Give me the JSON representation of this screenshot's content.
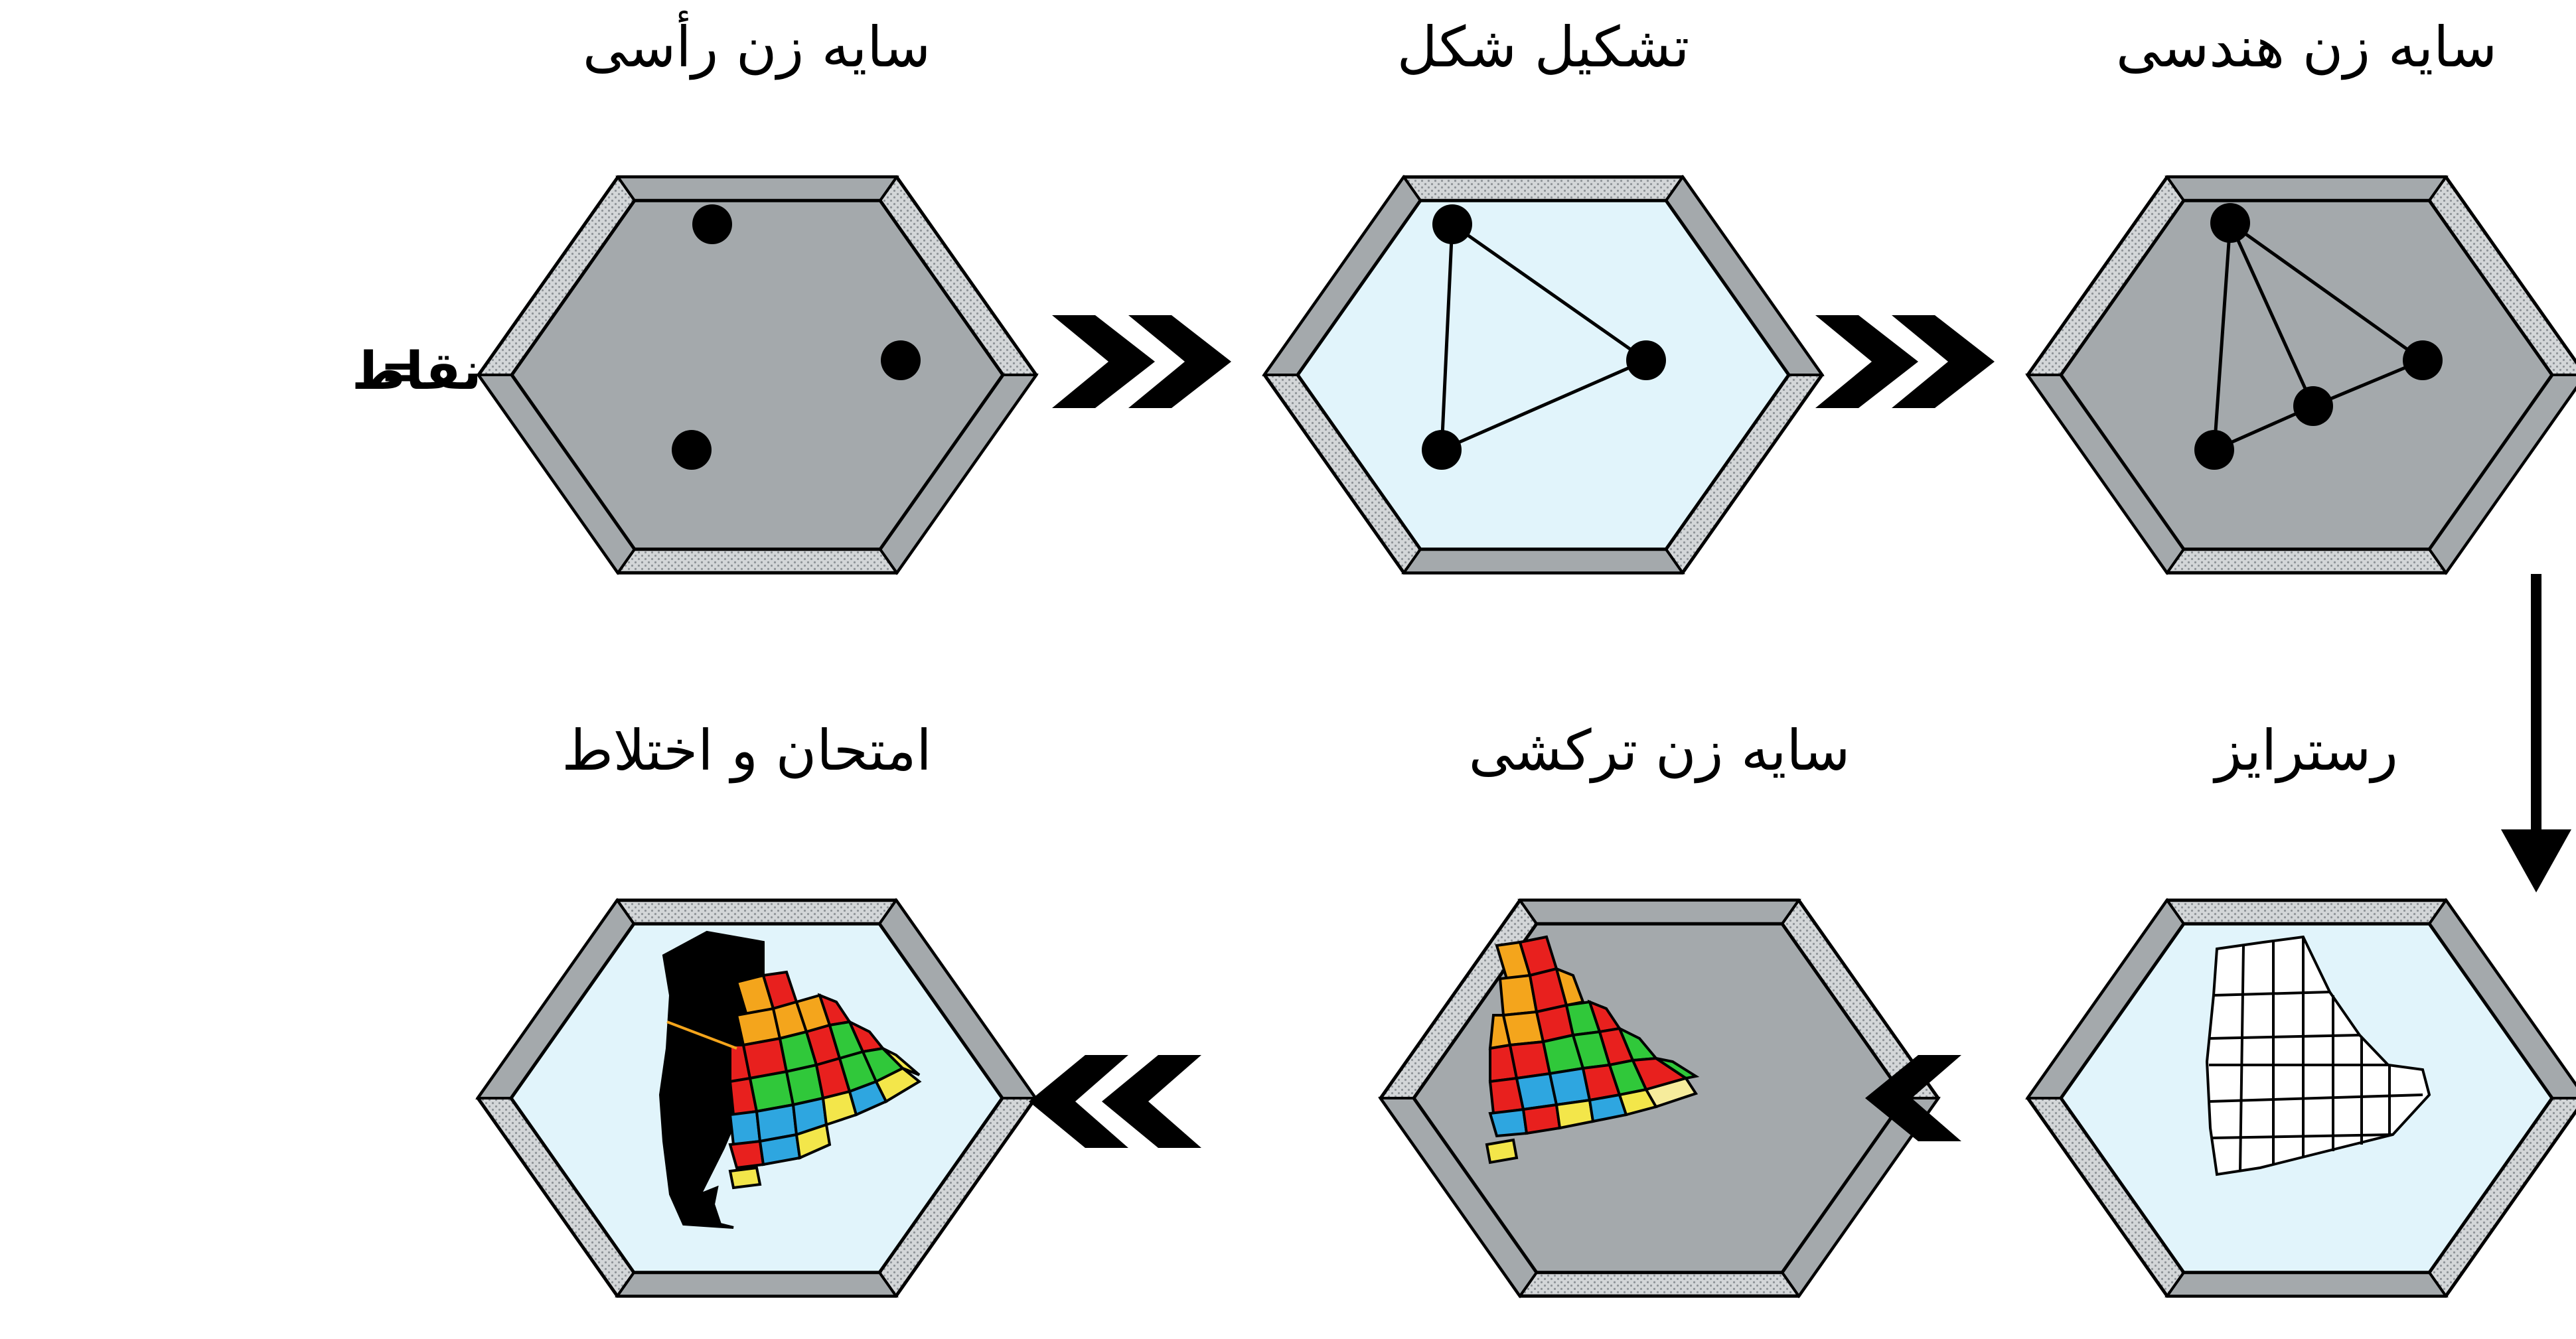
{
  "input": {
    "label": "ماتریس رأس نقاط",
    "equals": "="
  },
  "stages": [
    {
      "id": "vertex-shader",
      "title": "سایه زن رأسی",
      "style": "gray"
    },
    {
      "id": "shape-assembly",
      "title": "تشکیل شکل",
      "style": "light"
    },
    {
      "id": "geometry-shader",
      "title": "سایه زن هندسی",
      "style": "gray"
    },
    {
      "id": "rasterization",
      "title": "رسترایز",
      "style": "light"
    },
    {
      "id": "fragment-shader",
      "title": "سایه زن ترکشی",
      "style": "gray"
    },
    {
      "id": "tests-and-blending",
      "title": "امتحان و اختلاط",
      "style": "light"
    }
  ],
  "colors": {
    "gray_fill": "#a4a9ac",
    "light_fill": "#e1f4fb",
    "frame": "#a4a9ac",
    "frame_texture": "#c9cccf",
    "outline": "#000000",
    "orange": "#f4a51c",
    "red": "#e8201e",
    "green": "#30c83a",
    "blue": "#2ea6e0",
    "yellow": "#f3e64a",
    "cream": "#f6ec9c"
  }
}
